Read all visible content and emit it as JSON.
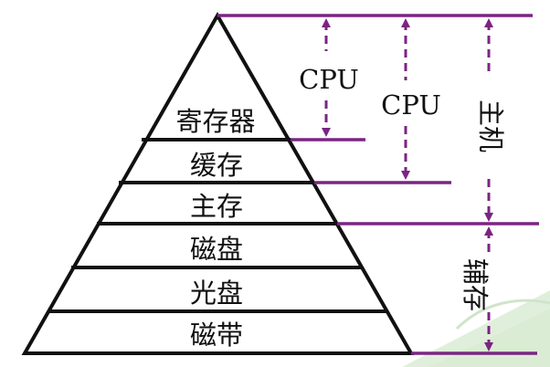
{
  "diagram": {
    "tiers": [
      {
        "id": "register",
        "label": "寄存器"
      },
      {
        "id": "cache",
        "label": "缓存"
      },
      {
        "id": "main-memory",
        "label": "主存"
      },
      {
        "id": "disk",
        "label": "磁盘"
      },
      {
        "id": "optical-disk",
        "label": "光盘"
      },
      {
        "id": "tape",
        "label": "磁带"
      }
    ],
    "brackets": {
      "cpu_inner": "CPU",
      "cpu_outer": "CPU",
      "host": "主机",
      "auxiliary": "辅存"
    },
    "colors": {
      "outline": "#111111",
      "bracket": "#7a2582",
      "background_accent": "#a9d49a"
    }
  }
}
